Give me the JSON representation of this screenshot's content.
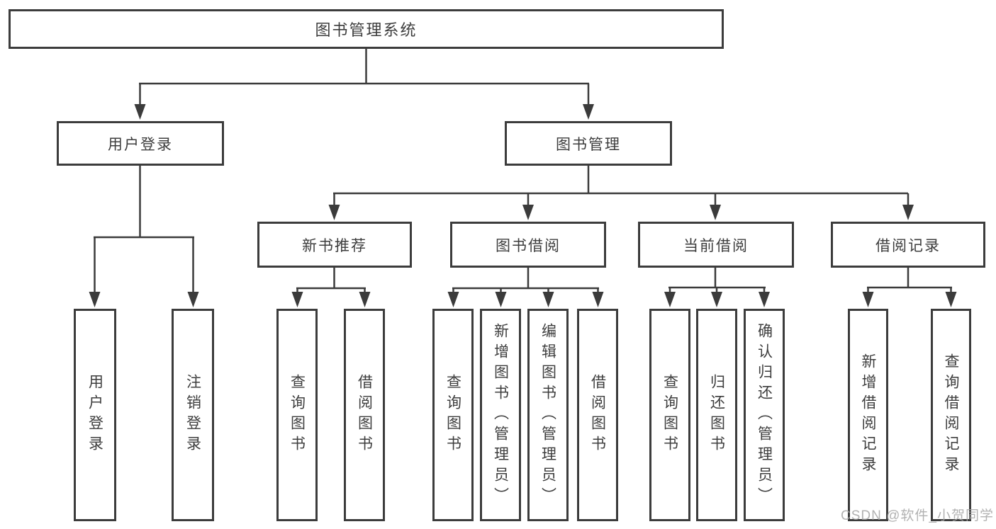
{
  "tree": {
    "root": "图书管理系统",
    "children": [
      {
        "label": "用户登录",
        "children": [
          "用户登录",
          "注销登录"
        ]
      },
      {
        "label": "图书管理",
        "children": [
          {
            "label": "新书推荐",
            "children": [
              "查询图书",
              "借阅图书"
            ]
          },
          {
            "label": "图书借阅",
            "children": [
              "查询图书",
              "新增图书（管理员）",
              "编辑图书（管理员）",
              "借阅图书"
            ]
          },
          {
            "label": "当前借阅",
            "children": [
              "查询图书",
              "归还图书",
              "确认归还（管理员）"
            ]
          },
          {
            "label": "借阅记录",
            "children": [
              "新增借阅记录",
              "查询借阅记录"
            ]
          }
        ]
      }
    ]
  },
  "watermark": {
    "text": "CSDN @软件_小贺同学"
  },
  "colors": {
    "line": "#3b3b3b",
    "text": "#3d3d3d",
    "background": "#ffffff",
    "watermark": "#a5a5a5"
  }
}
